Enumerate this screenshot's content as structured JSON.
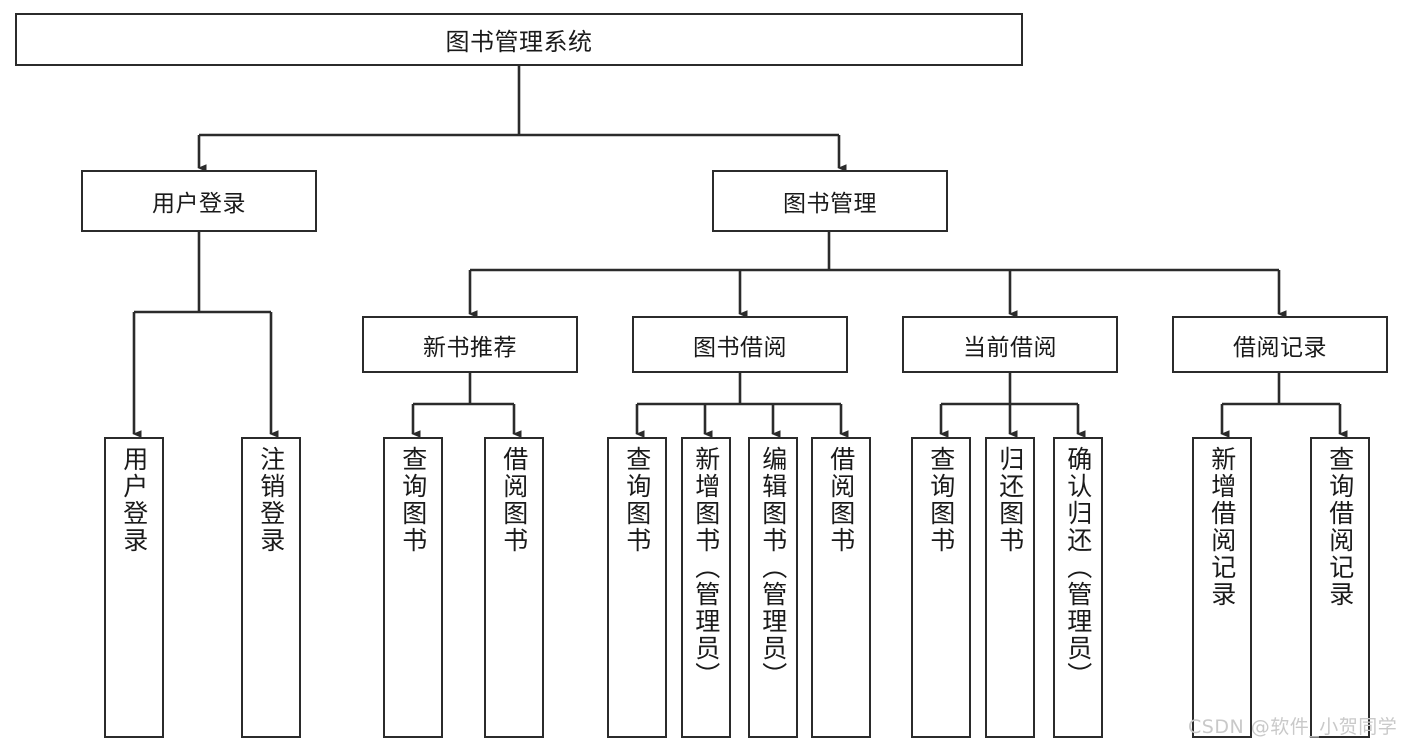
{
  "diagram": {
    "title": "图书管理系统",
    "type": "hierarchy-tree",
    "root": {
      "label": "图书管理系统"
    },
    "level2": [
      {
        "label": "用户登录"
      },
      {
        "label": "图书管理"
      }
    ],
    "level3": [
      {
        "label": "新书推荐"
      },
      {
        "label": "图书借阅"
      },
      {
        "label": "当前借阅"
      },
      {
        "label": "借阅记录"
      }
    ],
    "leaves": {
      "user_login": [
        {
          "label": "用户登录"
        },
        {
          "label": "注销登录"
        }
      ],
      "new_book": [
        {
          "label": "查询图书"
        },
        {
          "label": "借阅图书"
        }
      ],
      "book_borrow": [
        {
          "label": "查询图书"
        },
        {
          "label": "新增图书（管理员）"
        },
        {
          "label": "编辑图书（管理员）"
        },
        {
          "label": "借阅图书"
        }
      ],
      "current_borrow": [
        {
          "label": "查询图书"
        },
        {
          "label": "归还图书"
        },
        {
          "label": "确认归还（管理员）"
        }
      ],
      "borrow_record": [
        {
          "label": "新增借阅记录"
        },
        {
          "label": "查询借阅记录"
        }
      ]
    }
  },
  "watermark": {
    "text": "CSDN @软件_小贺同学",
    "color": "#c9c9c9"
  },
  "style": {
    "line_color": "#2b2b2b",
    "box_fill": "#ffffff",
    "text_color": "#1a1a1a"
  }
}
